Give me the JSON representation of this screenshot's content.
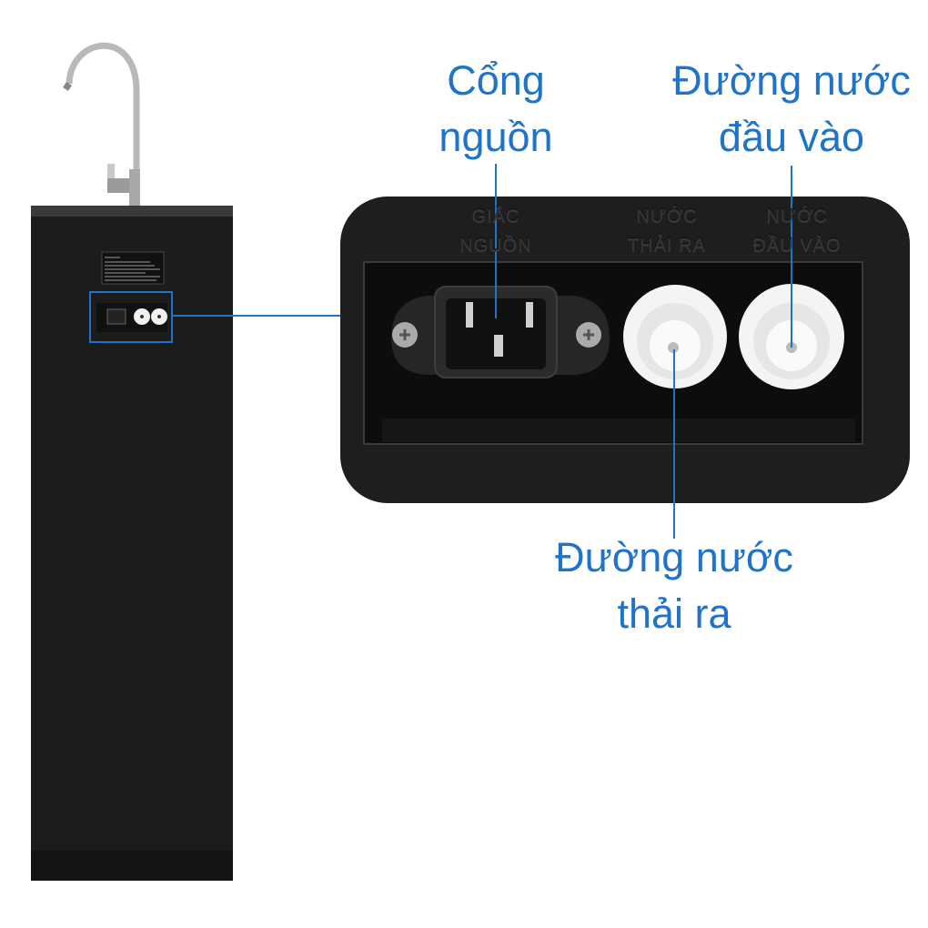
{
  "callouts": {
    "power_port": {
      "line1": "Cổng",
      "line2": "nguồn"
    },
    "water_inlet": {
      "line1": "Đường nước",
      "line2": "đầu vào"
    },
    "waste_outlet": {
      "line1": "Đường nước",
      "line2": "thải ra"
    }
  },
  "panel_embossed": {
    "power": {
      "line1": "GIẮC",
      "line2": "NGUỒN"
    },
    "waste": {
      "line1": "NƯỚC",
      "line2": "THẢI RA"
    },
    "inlet": {
      "line1": "NƯỚC",
      "line2": "ĐẦU VÀO"
    }
  },
  "colors": {
    "accent": "#1f74c9",
    "body": "#1c1c1c",
    "panel": "#1e1e1e"
  }
}
